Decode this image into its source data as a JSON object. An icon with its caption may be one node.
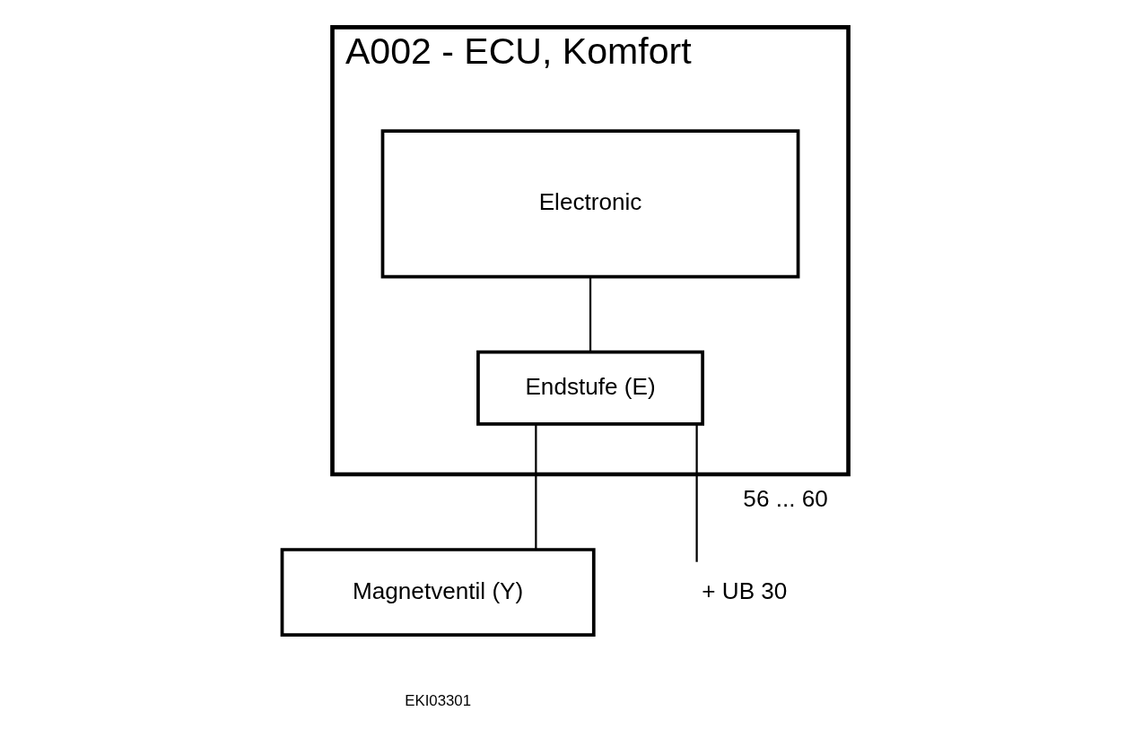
{
  "diagram": {
    "nodes": [
      {
        "text": [
          "A002 - ECU, Komfort"
        ]
      },
      {
        "text": [
          "Electronic"
        ],
        "in": 0
      },
      {
        "text": [
          "Endstufe (E)"
        ],
        "in": 0
      },
      {
        "text": [
          "Magnetventil (Y)"
        ]
      },
      {
        "text": [
          "+ UB 30"
        ]
      }
    ],
    "edges": [
      {
        "from": 1,
        "to": 2,
        "arrow": "none"
      },
      {
        "from": 2,
        "to": 4,
        "arrow": "none",
        "label": "56 ... 60"
      },
      {
        "from": 2,
        "to": 3,
        "arrow": "none"
      }
    ],
    "labels": [
      "EKI03301"
    ]
  }
}
